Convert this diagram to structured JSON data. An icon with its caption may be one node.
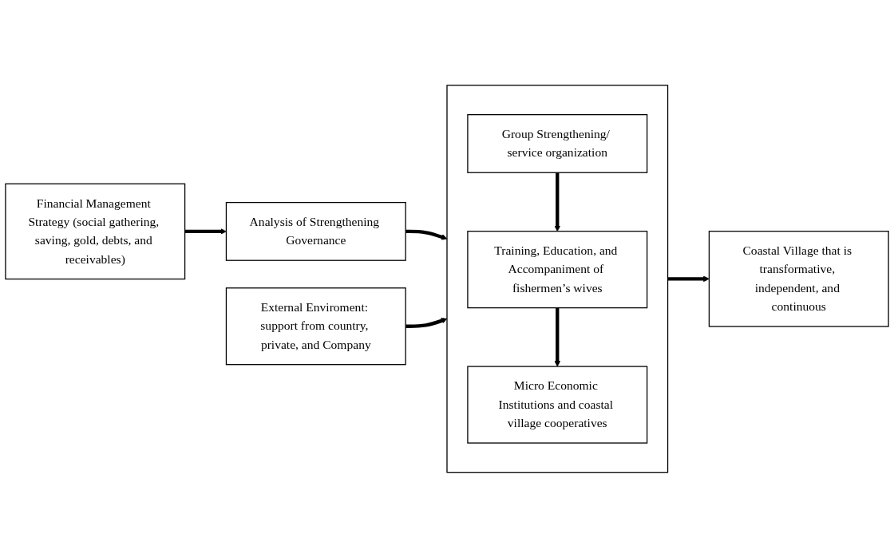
{
  "diagram": {
    "nodes": [
      {
        "text": [
          "Financial Management Strategy (social gathering, saving, gold, debts, and receivables)"
        ]
      },
      {
        "text": [
          "Analysis of Strengthening Governance"
        ]
      },
      {
        "text": [],
        "shape": "box"
      },
      {
        "text": [
          "Group Strengthening/ service organization"
        ],
        "in": 2
      },
      {
        "text": [
          "Training, Education, and Accompaniment of fishermen’s wives"
        ],
        "in": 2
      },
      {
        "text": [
          "Micro Economic Institutions and coastal village cooperatives"
        ],
        "in": 2
      },
      {
        "text": [
          "Coastal Village that is transformative, independent, and continuous"
        ]
      },
      {
        "text": [
          "External Enviroment: support from country, private, and Company"
        ]
      }
    ],
    "edges": [
      {
        "from": 0,
        "to": 1,
        "arrow": "to"
      },
      {
        "from": 1,
        "to": 2,
        "arrow": "to"
      },
      {
        "from": 3,
        "to": 4,
        "arrow": "to"
      },
      {
        "from": 4,
        "to": 5,
        "arrow": "to"
      },
      {
        "from": 2,
        "to": 6,
        "arrow": "to"
      },
      {
        "from": 7,
        "to": 2,
        "arrow": "to"
      }
    ]
  }
}
